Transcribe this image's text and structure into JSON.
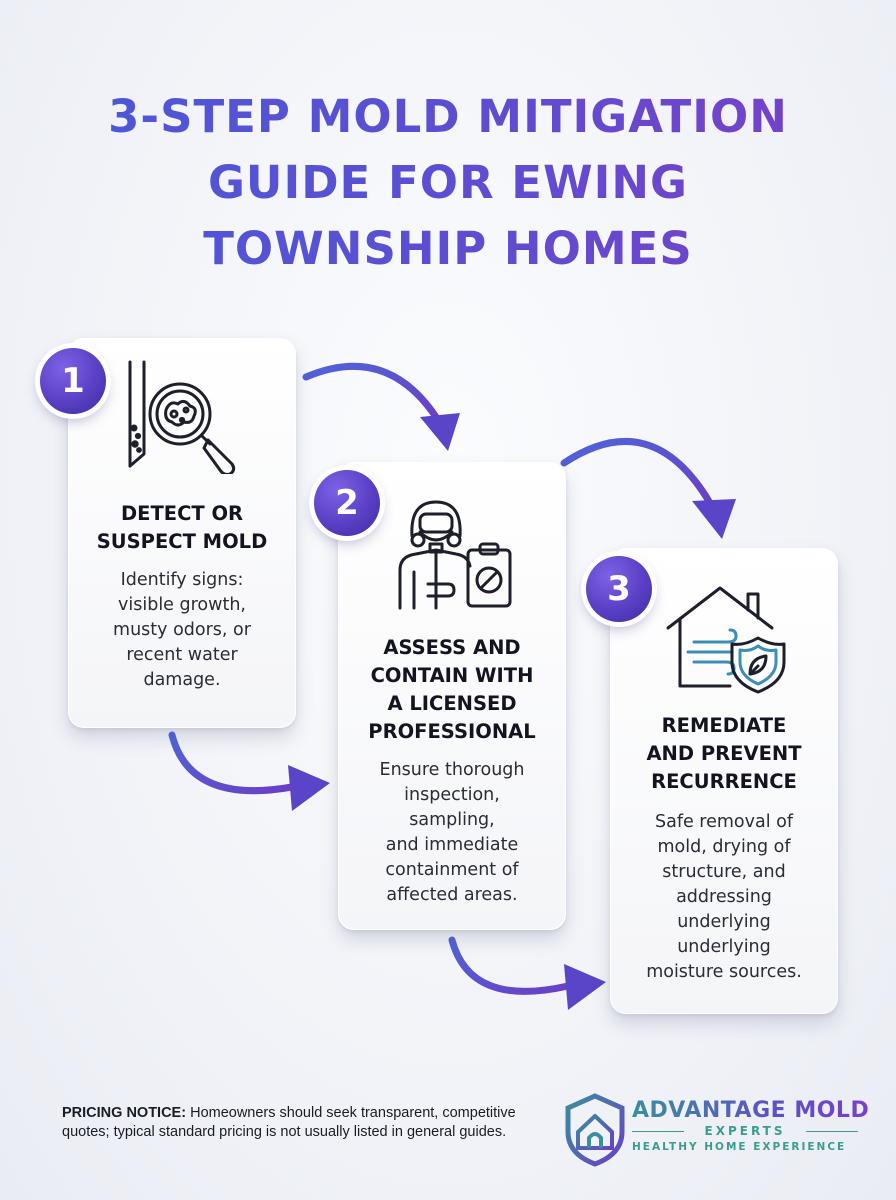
{
  "title": {
    "lines": [
      "3-STEP MOLD MITIGATION",
      "GUIDE FOR EWING",
      "TOWNSHIP HOMES"
    ]
  },
  "colors": {
    "title_gradient_start": "#4a5ad8",
    "title_gradient_end": "#7a3fc8",
    "badge": "#5a3fc4",
    "arrow": "#5a45c8",
    "brand_teal": "#3b9c8d"
  },
  "steps": [
    {
      "number": "1",
      "icon": "magnifier-mold-icon",
      "title_lines": [
        "DETECT OR",
        "SUSPECT MOLD"
      ],
      "desc_lines": [
        "Identify signs:",
        "visible growth,",
        "musty odors, or",
        "recent water",
        "damage."
      ]
    },
    {
      "number": "2",
      "icon": "hazmat-professional-icon",
      "title_lines": [
        "ASSESS AND",
        "CONTAIN WITH",
        "A LICENSED",
        "PROFESSIONAL"
      ],
      "desc_lines": [
        "Ensure thorough",
        "inspection,",
        "sampling,",
        "and immediate",
        "containment of",
        "affected areas."
      ]
    },
    {
      "number": "3",
      "icon": "house-shield-icon",
      "title_lines": [
        "REMEDIATE",
        "AND PREVENT",
        "RECURRENCE"
      ],
      "desc_lines": [
        "Safe removal of",
        "mold, drying of",
        "structure, and",
        "addressing",
        "underlying",
        "underlying",
        "moisture sources."
      ]
    }
  ],
  "notice": {
    "label": "PRICING NOTICE:",
    "text": " Homeowners should seek transparent, competitive quotes; typical standard pricing is not usually listed in general guides."
  },
  "logo": {
    "icon": "house-shield-logo-icon",
    "name": "ADVANTAGE MOLD",
    "sub": "EXPERTS",
    "tagline": "HEALTHY HOME EXPERIENCE"
  }
}
